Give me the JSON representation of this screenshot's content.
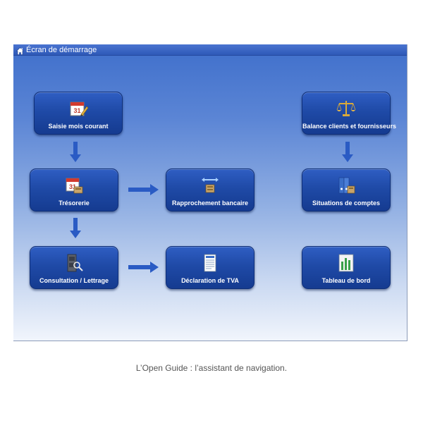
{
  "window": {
    "title": "Écran de démarrage",
    "title_icon": "home-icon"
  },
  "buttons": {
    "saisie": {
      "label": "Saisie mois courant",
      "icon": "calendar-pencil-icon"
    },
    "tresorerie": {
      "label": "Trésorerie",
      "icon": "calendar-money-icon"
    },
    "rapprochement": {
      "label": "Rapprochement bancaire",
      "icon": "bank-transfer-icon"
    },
    "consultation": {
      "label": "Consultation / Lettrage",
      "icon": "cabinet-magnifier-icon"
    },
    "declaration": {
      "label": "Déclaration de TVA",
      "icon": "tax-form-icon"
    },
    "balance": {
      "label": "Balance clients et fournisseurs",
      "icon": "scales-icon"
    },
    "situations": {
      "label": "Situations de comptes",
      "icon": "binders-icon"
    },
    "tableau": {
      "label": "Tableau de bord",
      "icon": "bar-chart-icon"
    }
  },
  "caption": "L’Open Guide : l’assistant de navigation.",
  "colors": {
    "button_top": "#2f5ec3",
    "button_bottom": "#153b90",
    "arrow": "#2a5bc4",
    "window_top": "#3f6fcb",
    "window_bottom": "#f1f5fc"
  }
}
